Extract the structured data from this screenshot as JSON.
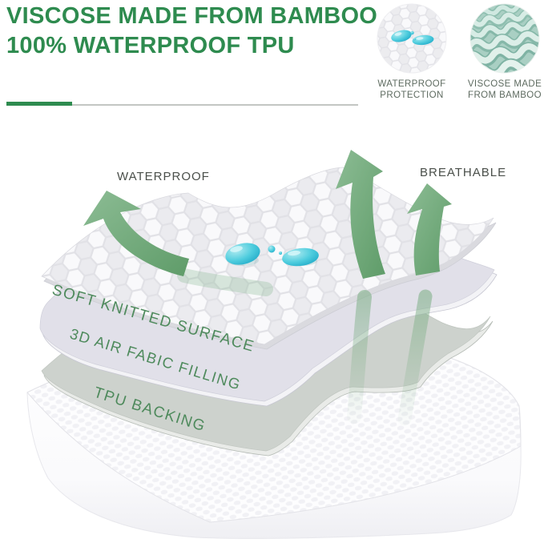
{
  "header": {
    "title_line1": "VISCOSE MADE FROM BAMBOO",
    "title_line2": "100% WATERPROOF TPU",
    "title_color": "#2e8b4f"
  },
  "badges": [
    {
      "icon": "waterproof-droplets-icon",
      "caption_line1": "WATERPROOF",
      "caption_line2": "PROTECTION"
    },
    {
      "icon": "bamboo-viscose-weave-icon",
      "caption_line1": "VISCOSE MADE",
      "caption_line2": "FROM BAMBOO"
    }
  ],
  "diagram": {
    "labels": {
      "waterproof": "WATERPROOF",
      "breathable": "BREATHABLE"
    },
    "layers": [
      {
        "name": "soft-knitted-surface",
        "label": "SOFT KNITTED SURFACE"
      },
      {
        "name": "3d-air-fabric-filling",
        "label": "3D AIR FABIC FILLING"
      },
      {
        "name": "tpu-backing",
        "label": "TPU BACKING"
      }
    ],
    "colors": {
      "accent_green": "#2e8b4f",
      "layer_label_green": "#4e8a5c",
      "annotation_gray": "#4a4f4a",
      "arrow_green": "#74a87d",
      "droplet_cyan": "#35c0d9",
      "layer_top_white": "#f7f7fa",
      "layer_middle_lavender": "#e1e0e9",
      "layer_bottom_gray": "#cdd2cd",
      "caption_gray": "#5e6b60"
    }
  }
}
